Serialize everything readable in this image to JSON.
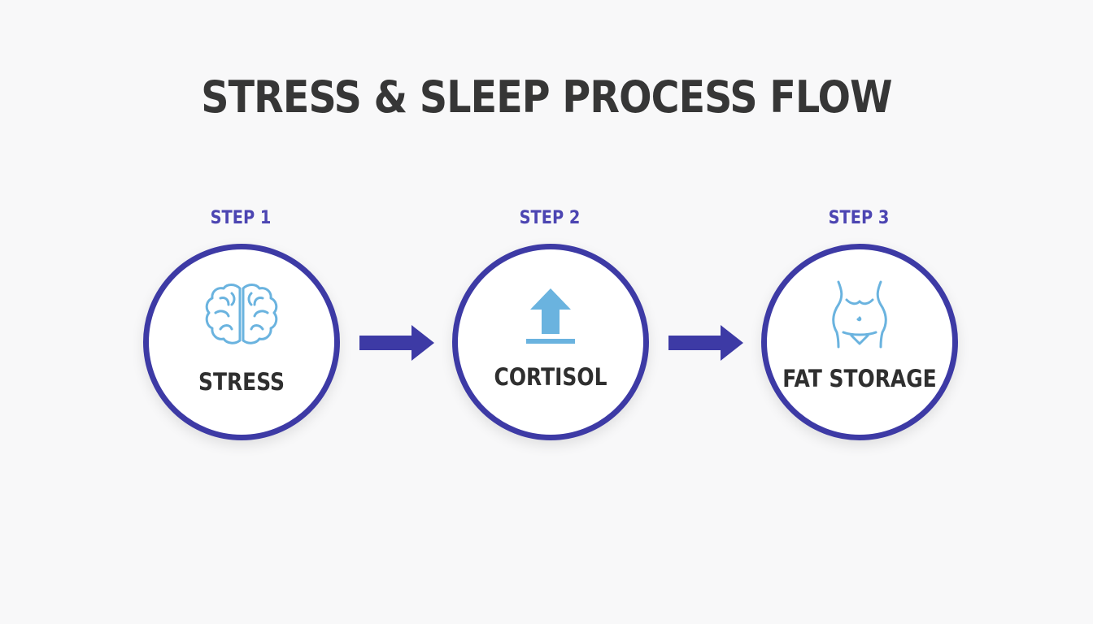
{
  "title": "STRESS & SLEEP PROCESS FLOW",
  "colors": {
    "circle_border": "#3d3aa5",
    "step_label": "#4c45b2",
    "icon": "#6ab3df",
    "arrow": "#3d3aa5",
    "text": "#2f2f2f"
  },
  "steps": [
    {
      "step": "STEP 1",
      "label": "STRESS",
      "icon": "brain-icon"
    },
    {
      "step": "STEP 2",
      "label": "CORTISOL",
      "icon": "arrow-up-icon"
    },
    {
      "step": "STEP 3",
      "label": "FAT STORAGE",
      "icon": "torso-icon"
    }
  ]
}
